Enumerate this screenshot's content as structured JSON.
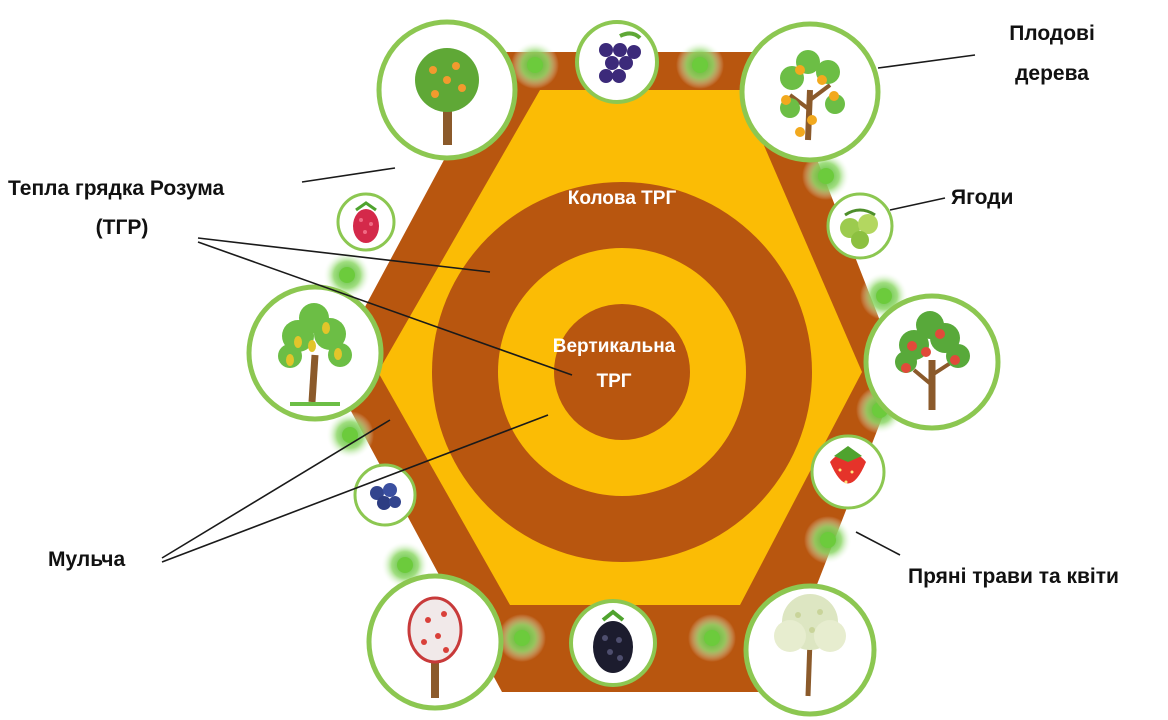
{
  "labels": {
    "plodovi_line1": "Плодові",
    "plodovi_line2": "дерева",
    "yagody": "Ягоди",
    "tepla_line1": "Тепла грядка Розума",
    "tepla_line2": "(ТГР)",
    "mulcha": "Мульча",
    "pryani": "Пряні трави та квіти"
  },
  "inner_labels": {
    "kolova": "Колова ТРГ",
    "vertykalna_line1": "Вертикальна",
    "vertykalna_line2": "ТРГ"
  },
  "colors": {
    "mulch_orange": "#FBBC05",
    "bed_brown": "#B8560F",
    "circle_border": "#8CC751",
    "herb_green": "#6CCB3C",
    "tree_trunk": "#8B5A2B",
    "text": "#111111"
  },
  "icons": [
    "tree-icon",
    "grape-icon",
    "fruit-tree-icon",
    "gooseberry-icon",
    "apple-tree-icon",
    "strawberry-icon",
    "blossom-tree-icon",
    "blackberry-icon",
    "blooming-tree-icon",
    "blueberry-icon",
    "pear-tree-icon",
    "raspberry-icon"
  ]
}
